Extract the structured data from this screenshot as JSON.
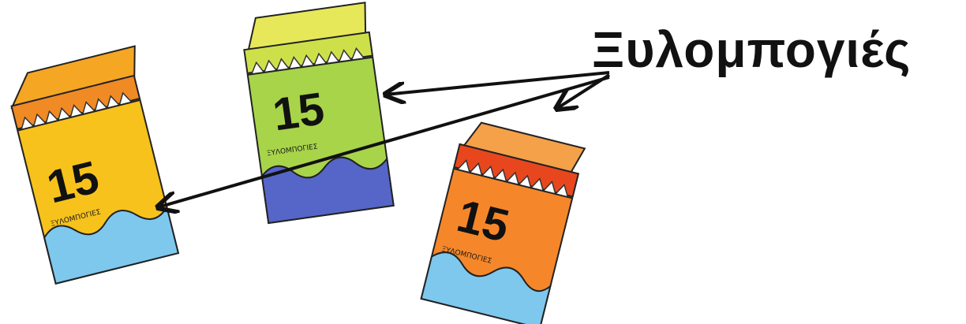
{
  "label": "Ξυλομπογιές",
  "boxes": [
    {
      "id": "left",
      "count": "15",
      "brand": "ΞΥΛΟΜΠΟΓΙΕΣ",
      "body_color": "#f7c21b",
      "lid_color": "#f5a623",
      "inner_color": "#f08a24",
      "wave_color": "#7ec8ee",
      "count_color": "#111111"
    },
    {
      "id": "middle",
      "count": "15",
      "brand": "ΞΥΛΟΜΠΟΓΙΕΣ",
      "body_color": "#a8d44a",
      "lid_color": "#e6e85a",
      "inner_color": "#cde04a",
      "wave_color": "#5566c8",
      "count_color": "#111111"
    },
    {
      "id": "right",
      "count": "15",
      "brand": "ΞΥΛΟΜΠΟΓΙΕΣ",
      "body_color": "#f5872a",
      "lid_color": "#f5a14a",
      "inner_color": "#e8471e",
      "wave_color": "#7ec8ee",
      "count_color": "#111111"
    }
  ],
  "arrow_color": "#111111"
}
